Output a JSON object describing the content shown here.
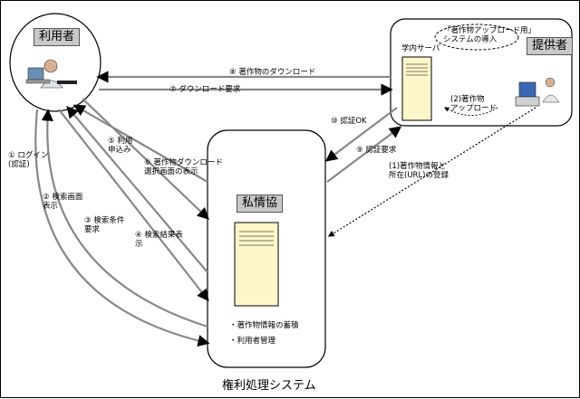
{
  "actors": {
    "user": "利用者",
    "provider": "提供者",
    "center": "私情協"
  },
  "system_caption": "権利処理システム",
  "server_label": "学内サーバ",
  "cloud_text": "「著作物アップロード用」\nシステムの導入",
  "center_notes": [
    "・著作物情報の蓄積",
    "・利用者管理"
  ],
  "steps": {
    "s1": "(1)著作物情報と\n所在(URL)の登録",
    "s2": "(2)著作物\nアップロード",
    "login": "① ログイン\n(認証)",
    "search_screen": "② 検索画面\n表示",
    "search_cond": "③ 検索条件\n要求",
    "search_result": "④ 検索結果表\n示",
    "apply": "⑤ 利用\n申込み",
    "dl_select": "⑥ 著作物ダウンロード\n選択画面の表示",
    "dl_request": "⑦ ダウンロード要求",
    "download": "⑧ 著作物のダウンロード",
    "auth_request": "⑨ 認証要求",
    "auth_ok": "⑩ 認証OK"
  },
  "colors": {
    "tag_bg": "#c8c8c8",
    "server_fill": "#fdf6c8",
    "arrow": "#c8c8c8"
  }
}
